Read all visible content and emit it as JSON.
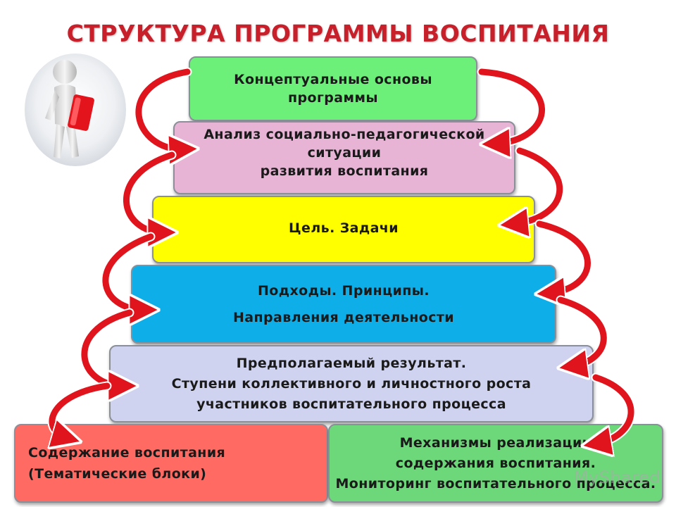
{
  "title": "СТРУКТУРА ПРОГРАММЫ ВОСПИТАНИЯ",
  "blocks": [
    {
      "lines": [
        "Концептуальные основы",
        "программы"
      ],
      "color": "#6cf07a"
    },
    {
      "lines": [
        "Анализ социально-педагогической",
        "ситуации",
        "развития воспитания"
      ],
      "color": "#e8b4d6"
    },
    {
      "lines": [
        "Цель. Задачи"
      ],
      "color": "#ffff00"
    },
    {
      "lines": [
        "Подходы. Принципы.",
        "Направления деятельности"
      ],
      "color": "#0eaee8"
    },
    {
      "lines": [
        "Предполагаемый результат.",
        "Ступени коллективного и личностного роста",
        "участников воспитательного процесса"
      ],
      "color": "#d0d3ef"
    },
    {
      "lines": [
        "Содержание воспитания",
        "(Тематические блоки)"
      ],
      "color": "#ff6b63"
    },
    {
      "lines": [
        "Механизмы реализации",
        "содержания воспитания.",
        "Мониторинг воспитательного процесса."
      ],
      "color": "#6dd87a"
    }
  ],
  "arrow_color": "#e0141c",
  "watermark": "MyShared"
}
